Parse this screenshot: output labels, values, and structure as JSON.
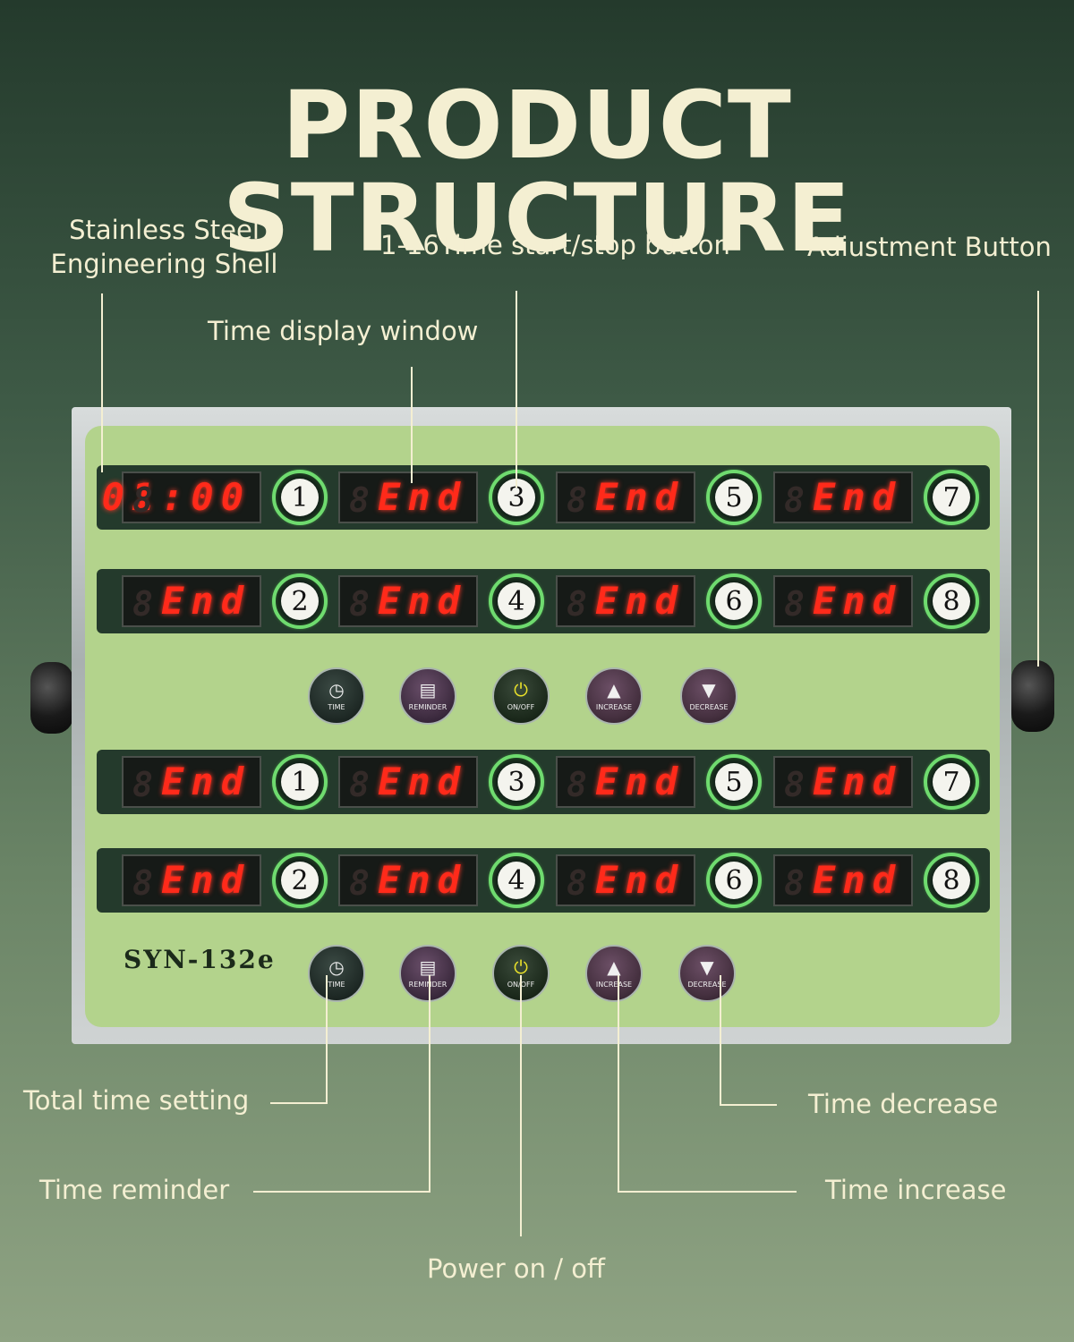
{
  "title": "PRODUCT STRUCTURE",
  "labels": {
    "shell_line1": "Stainless Steel",
    "shell_line2": "Engineering Shell",
    "start_stop": "1-16Time start/stop button",
    "adjustment": "Adiustment Button",
    "display_window": "Time display window",
    "total_time": "Total time setting",
    "reminder": "Time reminder",
    "decrease": "Time decrease",
    "increase": "Time increase",
    "power": "Power on / off"
  },
  "model": "SYN-132e",
  "rows": [
    {
      "displays": [
        "01:00",
        "End",
        "End",
        "End"
      ],
      "buttons": [
        "1",
        "3",
        "5",
        "7"
      ]
    },
    {
      "displays": [
        "End",
        "End",
        "End",
        "End"
      ],
      "buttons": [
        "2",
        "4",
        "6",
        "8"
      ]
    },
    {
      "displays": [
        "End",
        "End",
        "End",
        "End"
      ],
      "buttons": [
        "1",
        "3",
        "5",
        "7"
      ]
    },
    {
      "displays": [
        "End",
        "End",
        "End",
        "End"
      ],
      "buttons": [
        "2",
        "4",
        "6",
        "8"
      ]
    }
  ],
  "controls": {
    "time": "TIME",
    "reminder": "REMINDER",
    "onoff": "ON/OFF",
    "increase": "INCREASE",
    "decrease": "DECREASE"
  },
  "icons": {
    "time": "clock-icon",
    "reminder": "basket-icon",
    "onoff": "power-icon",
    "increase": "triangle-up-icon",
    "decrease": "triangle-down-icon"
  },
  "colors": {
    "background_top": "#243a2c",
    "background_bottom": "#8fa383",
    "panel": "#b3d38c",
    "led": "#ff2a1a",
    "button_ring": "#6fdb6f",
    "text": "#f4efd2"
  }
}
